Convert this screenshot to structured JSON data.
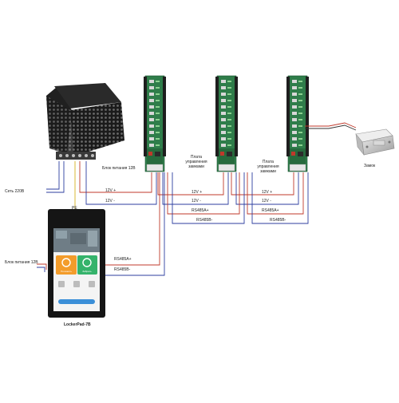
{
  "labels": {
    "mains": "Сеть 220В",
    "psu_top": "Блок питания 12В",
    "psu_left": "Блок питания 12В",
    "pe": "PE",
    "board1_title": "Плата управления замками",
    "board2_title": "Плата управления замками",
    "lock": "Замок",
    "device": "LockerPad-7B"
  },
  "wire_labels": {
    "w12p_1": "12V +",
    "w12m_1": "12V -",
    "w12p_2": "12V +",
    "w12m_2": "12V -",
    "w12p_3": "12V +",
    "w12m_3": "12V -",
    "a_1": "RS485A+",
    "b_1": "RS485B-",
    "a_2": "RS485A+",
    "b_2": "RS485B-",
    "a_dev": "RS485A+",
    "b_dev": "RS485B-"
  },
  "screen": {
    "tile_left": "Положить",
    "tile_right": "Забрать",
    "bottom_bar": "—"
  },
  "colors": {
    "wire_red": "#c0392b",
    "wire_blue": "#2c3e9f",
    "wire_purple": "#7b3fa0",
    "wire_yellow": "#d4b21e",
    "board_green": "#2f7d4a",
    "tile_orange": "#f39c2b",
    "tile_green": "#35b36b"
  }
}
